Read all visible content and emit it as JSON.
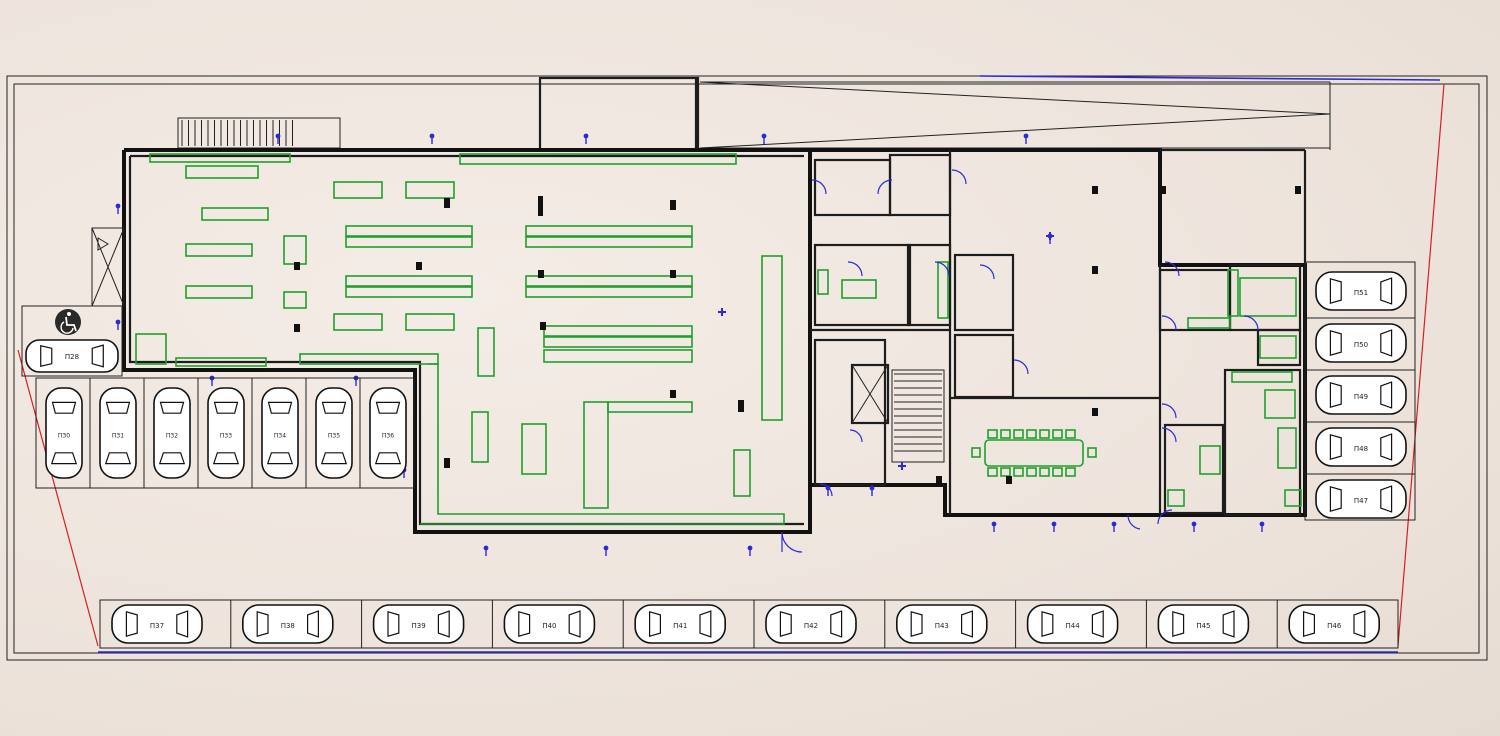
{
  "plan": {
    "colors": {
      "walls": "#111111",
      "furniture": "#1fa02c",
      "fixtures": "#2a2ad8",
      "boundary": "#d62020",
      "paper": "#efe6df"
    },
    "icons": {
      "accessible": "wheelchair-icon",
      "vehicle": "car-icon"
    }
  },
  "parking": {
    "accessible": [
      "П28"
    ],
    "west_row": [
      "П30",
      "П31",
      "П32",
      "П33",
      "П34",
      "П35",
      "П36"
    ],
    "east_column": [
      "П51",
      "П50",
      "П49",
      "П48",
      "П47"
    ],
    "south_row": [
      "П37",
      "П38",
      "П39",
      "П40",
      "П41",
      "П42",
      "П43",
      "П44",
      "П45",
      "П46"
    ]
  }
}
